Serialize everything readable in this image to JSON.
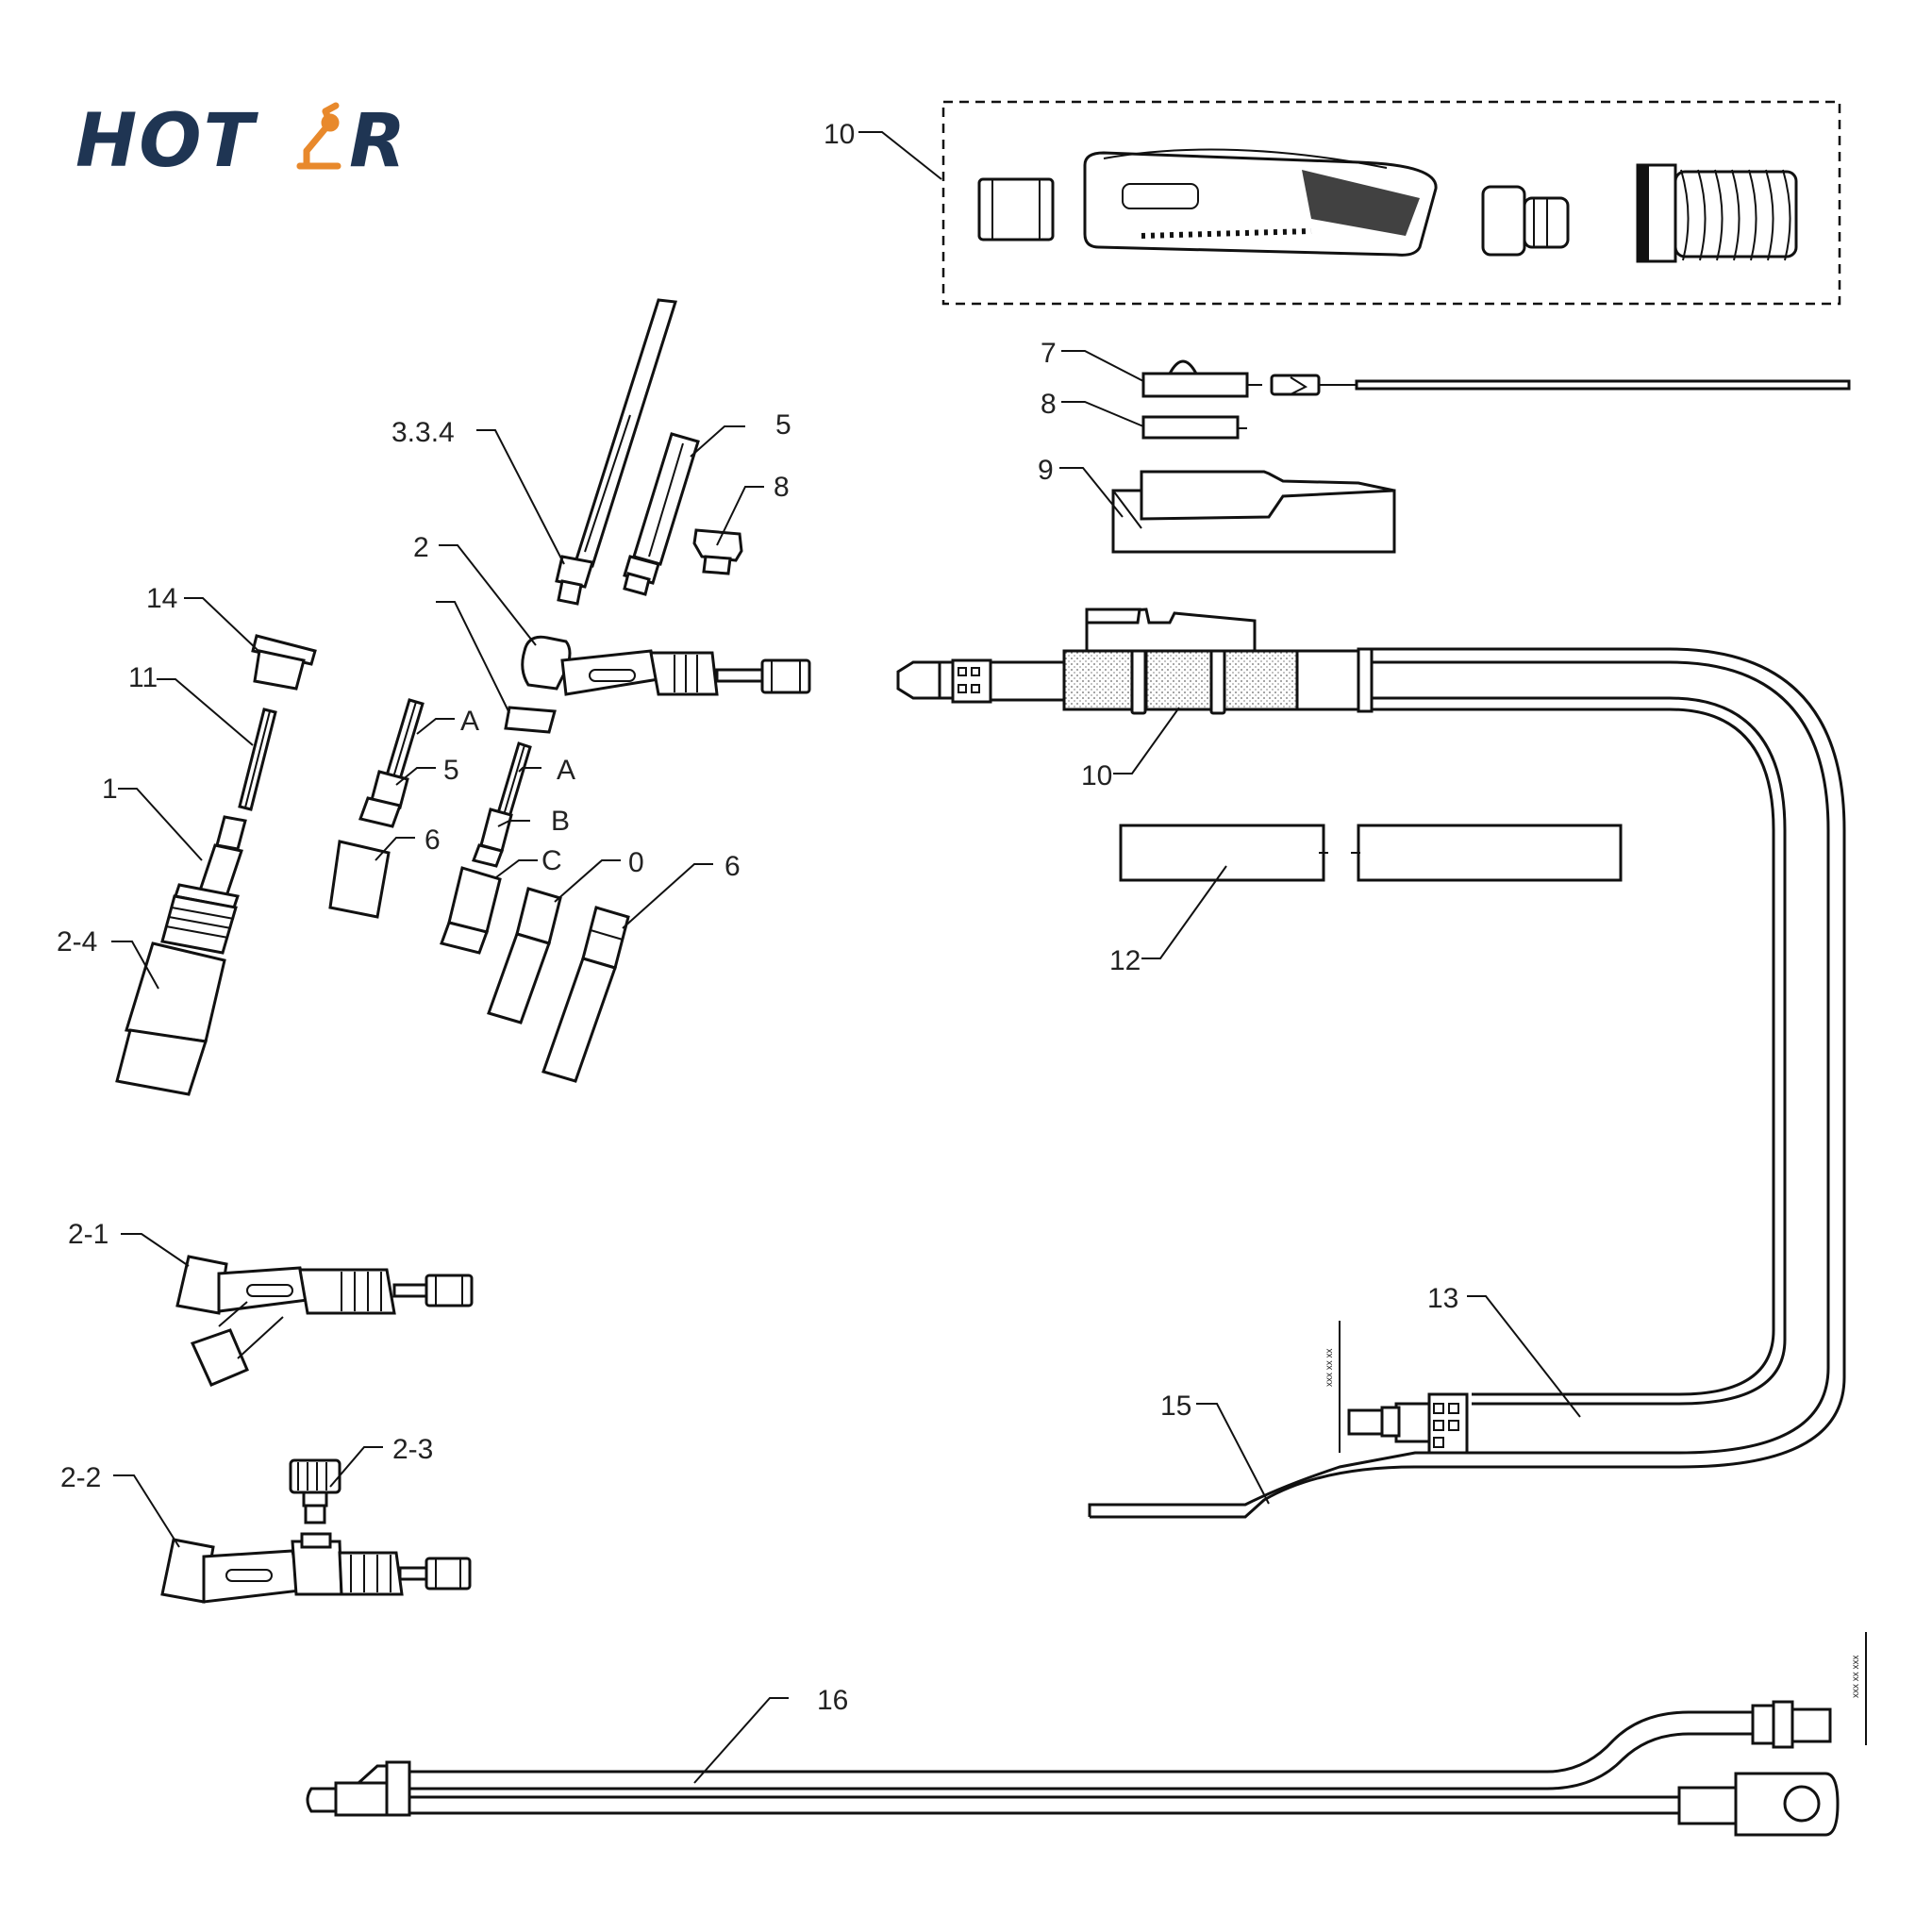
{
  "brand": {
    "text_left": "HOT",
    "text_right": "R",
    "colors": {
      "text": "#1f3553",
      "accent": "#e8892c"
    },
    "icon": "robot-arm-icon"
  },
  "labels": {
    "p10_top": "10",
    "p7": "7",
    "p8_right": "8",
    "p9": "9",
    "p10_cable": "10",
    "p12": "12",
    "p13": "13",
    "p15": "15",
    "p16": "16",
    "p334": "3.3.4",
    "p5_top": "5",
    "p8_left": "8",
    "p2": "2",
    "p14": "14",
    "p11": "11",
    "p1": "1",
    "p24": "2-4",
    "pA1": "A",
    "pB1": "5",
    "p6_left": "6",
    "pA2": "A",
    "pB2": "B",
    "pC": "C",
    "pD": "0",
    "p6_right": "6",
    "p21": "2-1",
    "p22": "2-2",
    "p23": "2-3"
  }
}
